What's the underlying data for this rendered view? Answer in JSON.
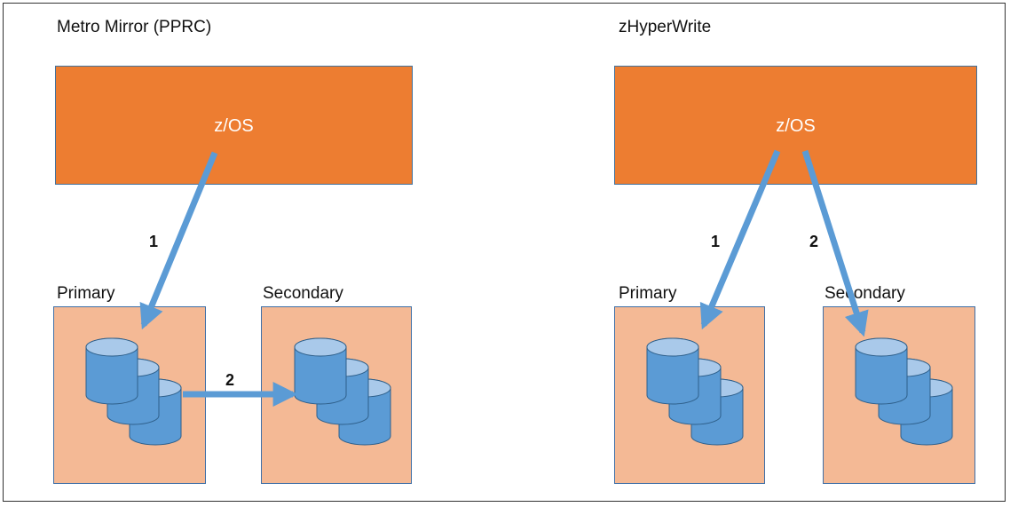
{
  "left_panel": {
    "title": "Metro Mirror (PPRC)",
    "host_label": "z/OS",
    "primary_label": "Primary",
    "secondary_label": "Secondary",
    "step1_label": "1",
    "step2_label": "2"
  },
  "right_panel": {
    "title": "zHyperWrite",
    "host_label": "z/OS",
    "primary_label": "Primary",
    "secondary_label": "Secondary",
    "step1_label": "1",
    "step2_label": "2"
  },
  "colors": {
    "host_fill": "#ed7d31",
    "storage_fill": "#f4b995",
    "disk_fill": "#5b9bd5",
    "arrow": "#5b9bd5"
  }
}
